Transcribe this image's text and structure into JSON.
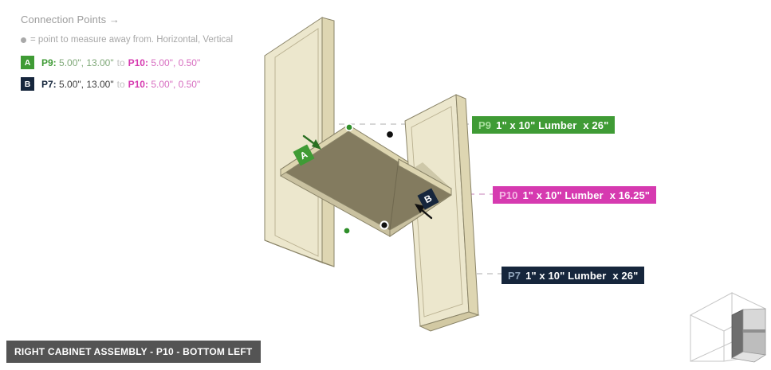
{
  "legend": {
    "title": "Connection Points →",
    "subtitle": "= point to measure away from. Horizontal, Vertical",
    "dot_icon": "gray-dot-icon",
    "rows": [
      {
        "badge": "A",
        "badge_color": "#3f9b35",
        "from_key": "P9:",
        "from_value": "5.00\", 13.00\"",
        "connector": "to",
        "to_key": "P10:",
        "to_value": "5.00\", 0.50\""
      },
      {
        "badge": "B",
        "badge_color": "#16263c",
        "from_key": "P7:",
        "from_value": "5.00\", 13.00\"",
        "connector": "to",
        "to_key": "P10:",
        "to_value": "5.00\", 0.50\""
      }
    ]
  },
  "part_labels": [
    {
      "id": "P9",
      "description": "1\" x 10\" Lumber",
      "quantity": "x 26\"",
      "color": "#3f9b35",
      "id_color": "#a9e09f"
    },
    {
      "id": "P10",
      "description": "1\" x 10\" Lumber",
      "quantity": "x 16.25\"",
      "color": "#d63ab0",
      "id_color": "#f4b9e4"
    },
    {
      "id": "P7",
      "description": "1\" x 10\" Lumber",
      "quantity": "x 26\"",
      "color": "#16263c",
      "id_color": "#8ea2b8"
    }
  ],
  "markers": [
    {
      "label": "A",
      "color": "#3f9b35"
    },
    {
      "label": "B",
      "color": "#16263c"
    }
  ],
  "title_bar": {
    "text": "RIGHT CABINET ASSEMBLY - P10 - BOTTOM LEFT",
    "background": "#545454"
  },
  "model": {
    "panel_face_color": "#ece7cd",
    "panel_edge_color": "#ddd5b0",
    "panel_side_color": "#cfc6a0",
    "shelf_top_color": "#837b5f",
    "shelf_edge_color": "#d6cfaa",
    "outline_color": "#8a8468",
    "leader_color": "#c9c9c9",
    "point_green": "#2f8f2a",
    "point_black": "#101010",
    "thumbnail_icon": "cabinet-context-thumbnail"
  }
}
